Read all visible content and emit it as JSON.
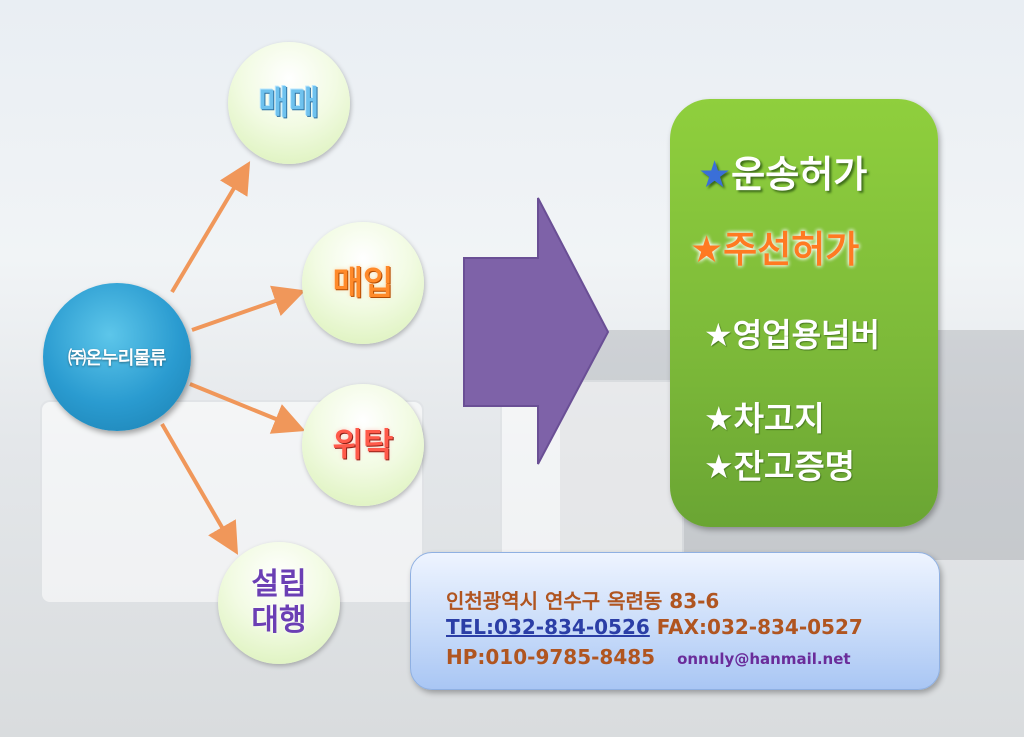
{
  "hub": {
    "label": "㈜온누리물류"
  },
  "nodes": [
    {
      "label": "매매"
    },
    {
      "label": "매입"
    },
    {
      "label": "위탁"
    },
    {
      "line1": "설립",
      "line2": "대행"
    }
  ],
  "services": {
    "star": "★",
    "items": [
      "운송허가",
      "주선허가",
      "영업용넘버",
      "차고지",
      "잔고증명"
    ]
  },
  "contact": {
    "address": "인천광역시 연수구 옥련동 83-6",
    "tel": "TEL:032-834-0526",
    "fax": "FAX:032-834-0527",
    "hp": "HP:010-9785-8485",
    "email": "onnuly@hanmail.net"
  },
  "colors": {
    "hub": "#2a9bd0",
    "node_bg": "#e8f7cf",
    "arrow": "#f0975a",
    "big_arrow": "#7e62a8",
    "green_box": "#7cb939",
    "info_box": "#c9dcf9"
  }
}
